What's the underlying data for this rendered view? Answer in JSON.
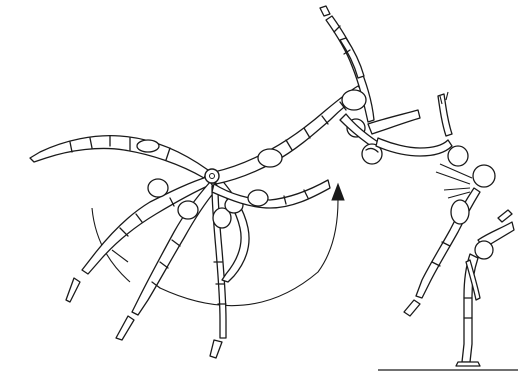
{
  "figure": {
    "stroke_color": "#1a1a1a",
    "background_color": "#ffffff",
    "elements": [
      "trail-figure-far-left",
      "trail-figure-left",
      "trail-figure-lower-left",
      "trail-figure-lower-center",
      "trail-figure-lower",
      "trail-figure-upper",
      "trail-figure-top",
      "pivot-point",
      "rotation-arrow",
      "impact-figure",
      "standing-figure",
      "ground-line"
    ]
  }
}
